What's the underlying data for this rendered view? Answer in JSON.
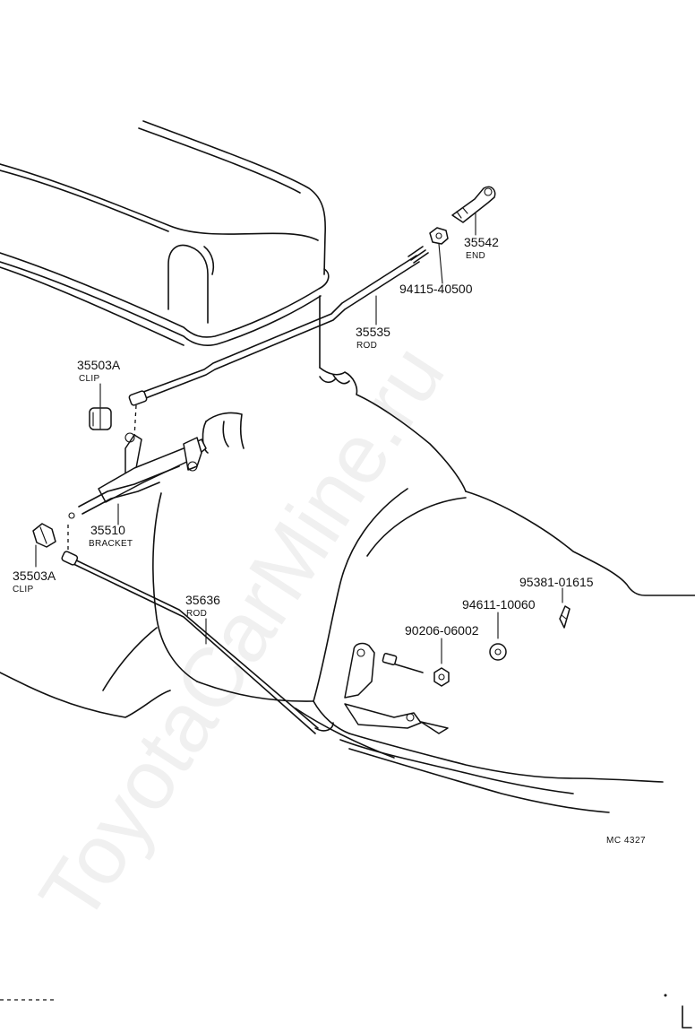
{
  "diagram": {
    "watermark": "ToyotaCarMine.ru",
    "code": "MC 4327",
    "parts": [
      {
        "number": "35542",
        "name": "END"
      },
      {
        "number": "94115-40500",
        "name": ""
      },
      {
        "number": "35535",
        "name": "ROD"
      },
      {
        "number": "35503A",
        "name": "CLIP"
      },
      {
        "number": "35510",
        "name": "BRACKET"
      },
      {
        "number": "35503A",
        "name": "CLIP"
      },
      {
        "number": "35636",
        "name": "ROD"
      },
      {
        "number": "95381-01615",
        "name": ""
      },
      {
        "number": "94611-10060",
        "name": ""
      },
      {
        "number": "90206-06002",
        "name": ""
      }
    ]
  }
}
